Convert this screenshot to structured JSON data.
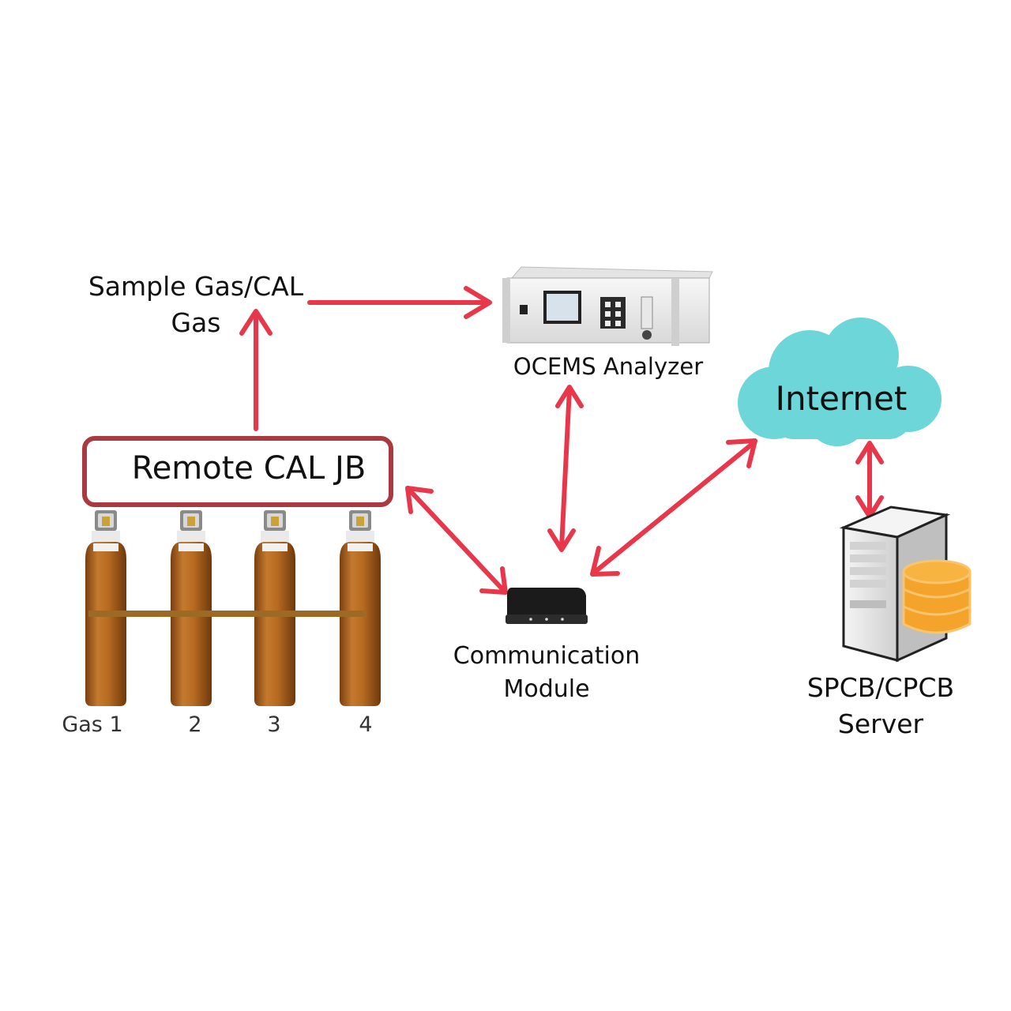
{
  "labels": {
    "sample_gas_line1": "Sample Gas/CAL",
    "sample_gas_line2": "Gas",
    "ocems_analyzer": "OCEMS Analyzer",
    "internet": "Internet",
    "remote_cal_jb": "Remote CAL JB",
    "communication_line1": "Communication",
    "communication_line2": "Module",
    "server_line1": "SPCB/CPCB",
    "server_line2": "Server"
  },
  "cylinders": [
    {
      "label": "Gas 1"
    },
    {
      "label": "2"
    },
    {
      "label": "3"
    },
    {
      "label": "4"
    }
  ],
  "colors": {
    "arrow": "#e8374a",
    "box_border": "#a93a3f",
    "cylinder_body": "#b3661f",
    "cloud": "#6cd6d8",
    "database": "#f4a32b",
    "server_body": "#e9e9e9"
  },
  "icons": [
    "gas-cylinder-icon",
    "analyzer-icon",
    "router-icon",
    "cloud-icon",
    "server-icon",
    "database-icon"
  ]
}
